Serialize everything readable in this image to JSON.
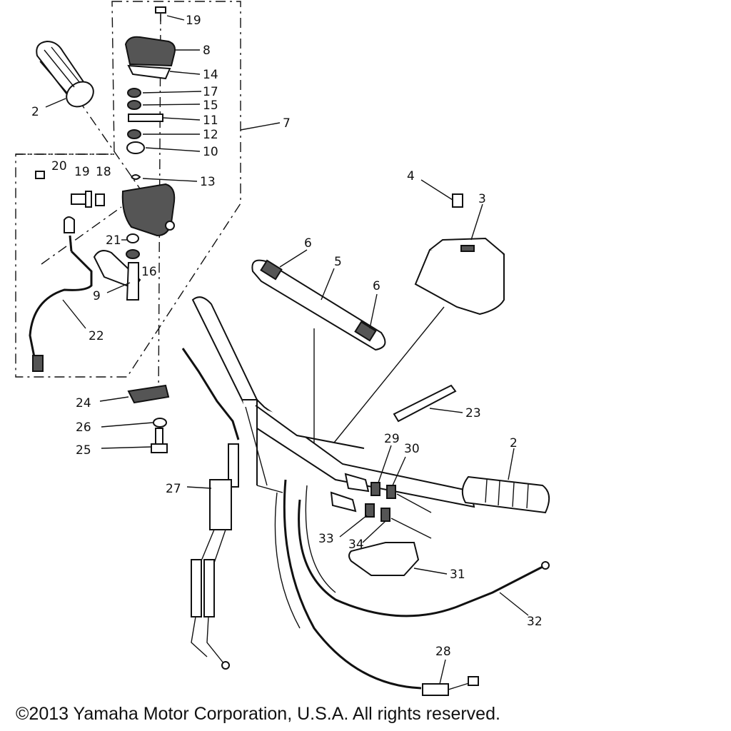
{
  "labels": {
    "l2a": "2",
    "l2b": "2",
    "l3": "3",
    "l4": "4",
    "l5": "5",
    "l6a": "6",
    "l6b": "6",
    "l7": "7",
    "l8": "8",
    "l9": "9",
    "l10": "10",
    "l11": "11",
    "l12": "12",
    "l13": "13",
    "l14": "14",
    "l15": "15",
    "l16": "16",
    "l17": "17",
    "l18": "18",
    "l19a": "19",
    "l19b": "19",
    "l20": "20",
    "l21": "21",
    "l22": "22",
    "l23": "23",
    "l24": "24",
    "l25": "25",
    "l26": "26",
    "l27": "27",
    "l28": "28",
    "l29": "29",
    "l30": "30",
    "l31": "31",
    "l32": "32",
    "l33": "33",
    "l34": "34"
  },
  "copyright": "©2013 Yamaha Motor Corporation, U.S.A. All rights reserved."
}
